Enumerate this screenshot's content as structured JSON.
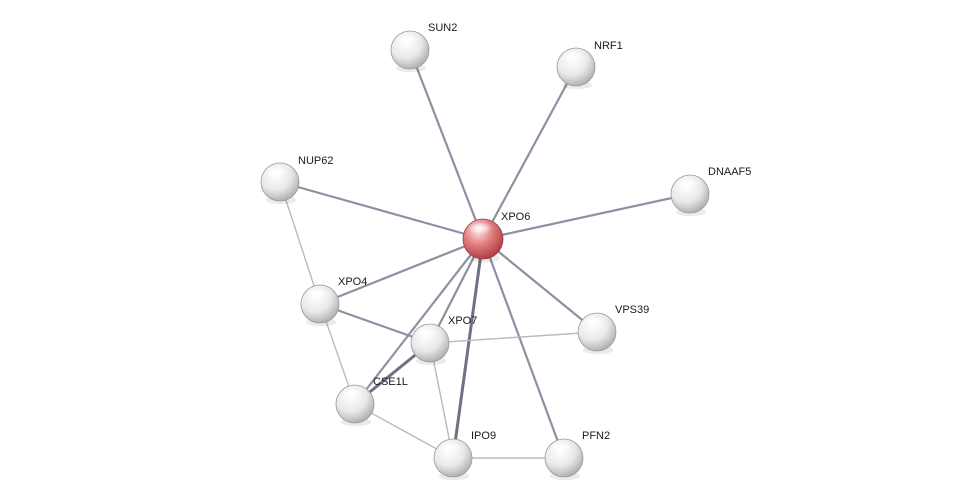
{
  "network": {
    "nodes": [
      {
        "id": "XPO6",
        "label": "XPO6",
        "query": true
      },
      {
        "id": "SUN2",
        "label": "SUN2",
        "query": false
      },
      {
        "id": "NRF1",
        "label": "NRF1",
        "query": false
      },
      {
        "id": "DNAAF5",
        "label": "DNAAF5",
        "query": false
      },
      {
        "id": "NUP62",
        "label": "NUP62",
        "query": false
      },
      {
        "id": "XPO4",
        "label": "XPO4",
        "query": false
      },
      {
        "id": "XPO7",
        "label": "XPO7",
        "query": false
      },
      {
        "id": "VPS39",
        "label": "VPS39",
        "query": false
      },
      {
        "id": "CSE1L",
        "label": "CSE1L",
        "query": false
      },
      {
        "id": "IPO9",
        "label": "IPO9",
        "query": false
      },
      {
        "id": "PFN2",
        "label": "PFN2",
        "query": false
      }
    ],
    "edges": [
      {
        "source": "XPO6",
        "target": "SUN2",
        "strength": "medium"
      },
      {
        "source": "XPO6",
        "target": "NRF1",
        "strength": "medium"
      },
      {
        "source": "XPO6",
        "target": "DNAAF5",
        "strength": "medium"
      },
      {
        "source": "XPO6",
        "target": "NUP62",
        "strength": "medium"
      },
      {
        "source": "XPO6",
        "target": "XPO4",
        "strength": "medium"
      },
      {
        "source": "XPO6",
        "target": "XPO7",
        "strength": "medium"
      },
      {
        "source": "XPO6",
        "target": "VPS39",
        "strength": "medium"
      },
      {
        "source": "XPO6",
        "target": "CSE1L",
        "strength": "medium"
      },
      {
        "source": "XPO6",
        "target": "IPO9",
        "strength": "strong"
      },
      {
        "source": "XPO6",
        "target": "PFN2",
        "strength": "medium"
      },
      {
        "source": "NUP62",
        "target": "XPO4",
        "strength": "weak"
      },
      {
        "source": "XPO4",
        "target": "XPO7",
        "strength": "medium"
      },
      {
        "source": "XPO4",
        "target": "CSE1L",
        "strength": "weak"
      },
      {
        "source": "XPO7",
        "target": "VPS39",
        "strength": "weak"
      },
      {
        "source": "XPO7",
        "target": "CSE1L",
        "strength": "strong"
      },
      {
        "source": "XPO7",
        "target": "IPO9",
        "strength": "weak"
      },
      {
        "source": "CSE1L",
        "target": "IPO9",
        "strength": "weak"
      },
      {
        "source": "IPO9",
        "target": "PFN2",
        "strength": "weak"
      }
    ],
    "colors": {
      "query_node": "#e0787d",
      "partner_node": "#e6e6e6",
      "edge_strong": "#6f7183",
      "edge_medium": "#8e90a2",
      "edge_weak": "#b9bac4",
      "label": "#1a1a1a"
    }
  }
}
